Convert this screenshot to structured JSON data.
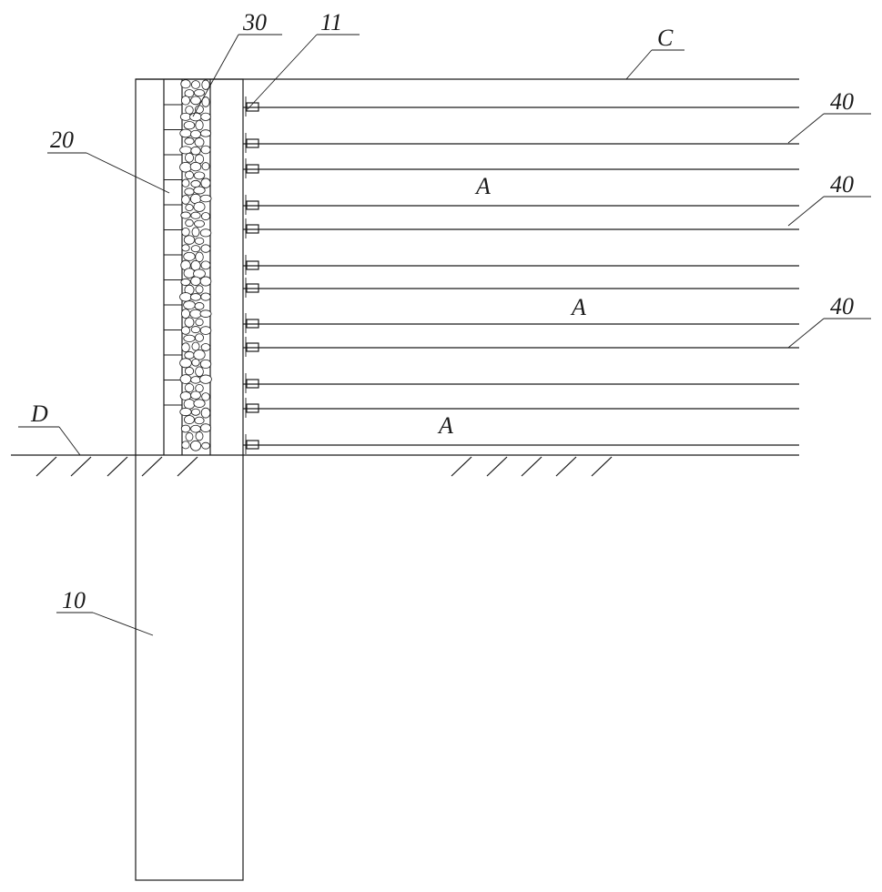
{
  "figure": {
    "labels": {
      "ref_30": "30",
      "ref_11": "11",
      "ref_C": "C",
      "ref_20": "20",
      "ref_40_a": "40",
      "ref_40_b": "40",
      "ref_40_c": "40",
      "ref_A_a": "A",
      "ref_A_b": "A",
      "ref_A_c": "A",
      "ref_D": "D",
      "ref_10": "10"
    }
  }
}
